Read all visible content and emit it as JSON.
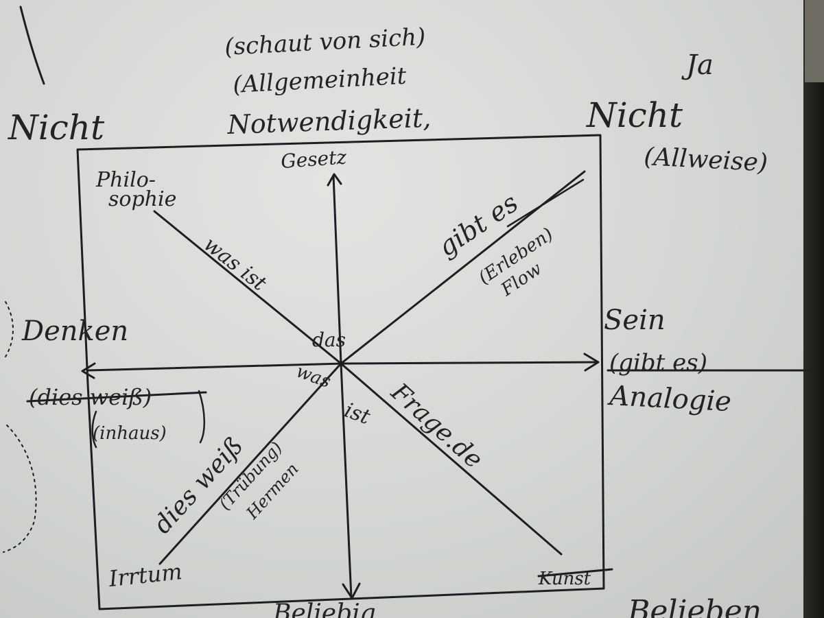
{
  "sketch": {
    "top_note_1": "(schaut von sich)",
    "top_note_2": "(Allgemeinheit",
    "top_note_3": "Notwendigkeit,",
    "top_axis": "Gesetz",
    "top_left_corner": "Nicht",
    "top_right_corner": "Nicht",
    "top_right_sub": "(Allweise)",
    "top_right_ja": "Ja",
    "tl_label_1": "Philo-",
    "tl_label_2": "sophie",
    "diag_tl": "was ist",
    "diag_tr": "gibt es",
    "diag_tr_sub": "(Erleben)",
    "diag_tr_sub2": "Flow",
    "left_axis": "Denken",
    "left_strike": "(dies weiß)",
    "left_sub": "(inhaus)",
    "right_axis": "Sein",
    "right_strike": "(gibt es)",
    "right_sub": "Analogie",
    "center_top": "das",
    "center_left": "was",
    "center_bottom": "ist",
    "diag_br": "Frage.de",
    "diag_bl": "dies weiß",
    "diag_bl_sub": "(Trübung)",
    "diag_bl_sub2": "Hermen",
    "bl_corner": "Irrtum",
    "br_corner": "Kunst",
    "bottom_axis": "Beliebig",
    "bottom_right": "Belieben"
  }
}
